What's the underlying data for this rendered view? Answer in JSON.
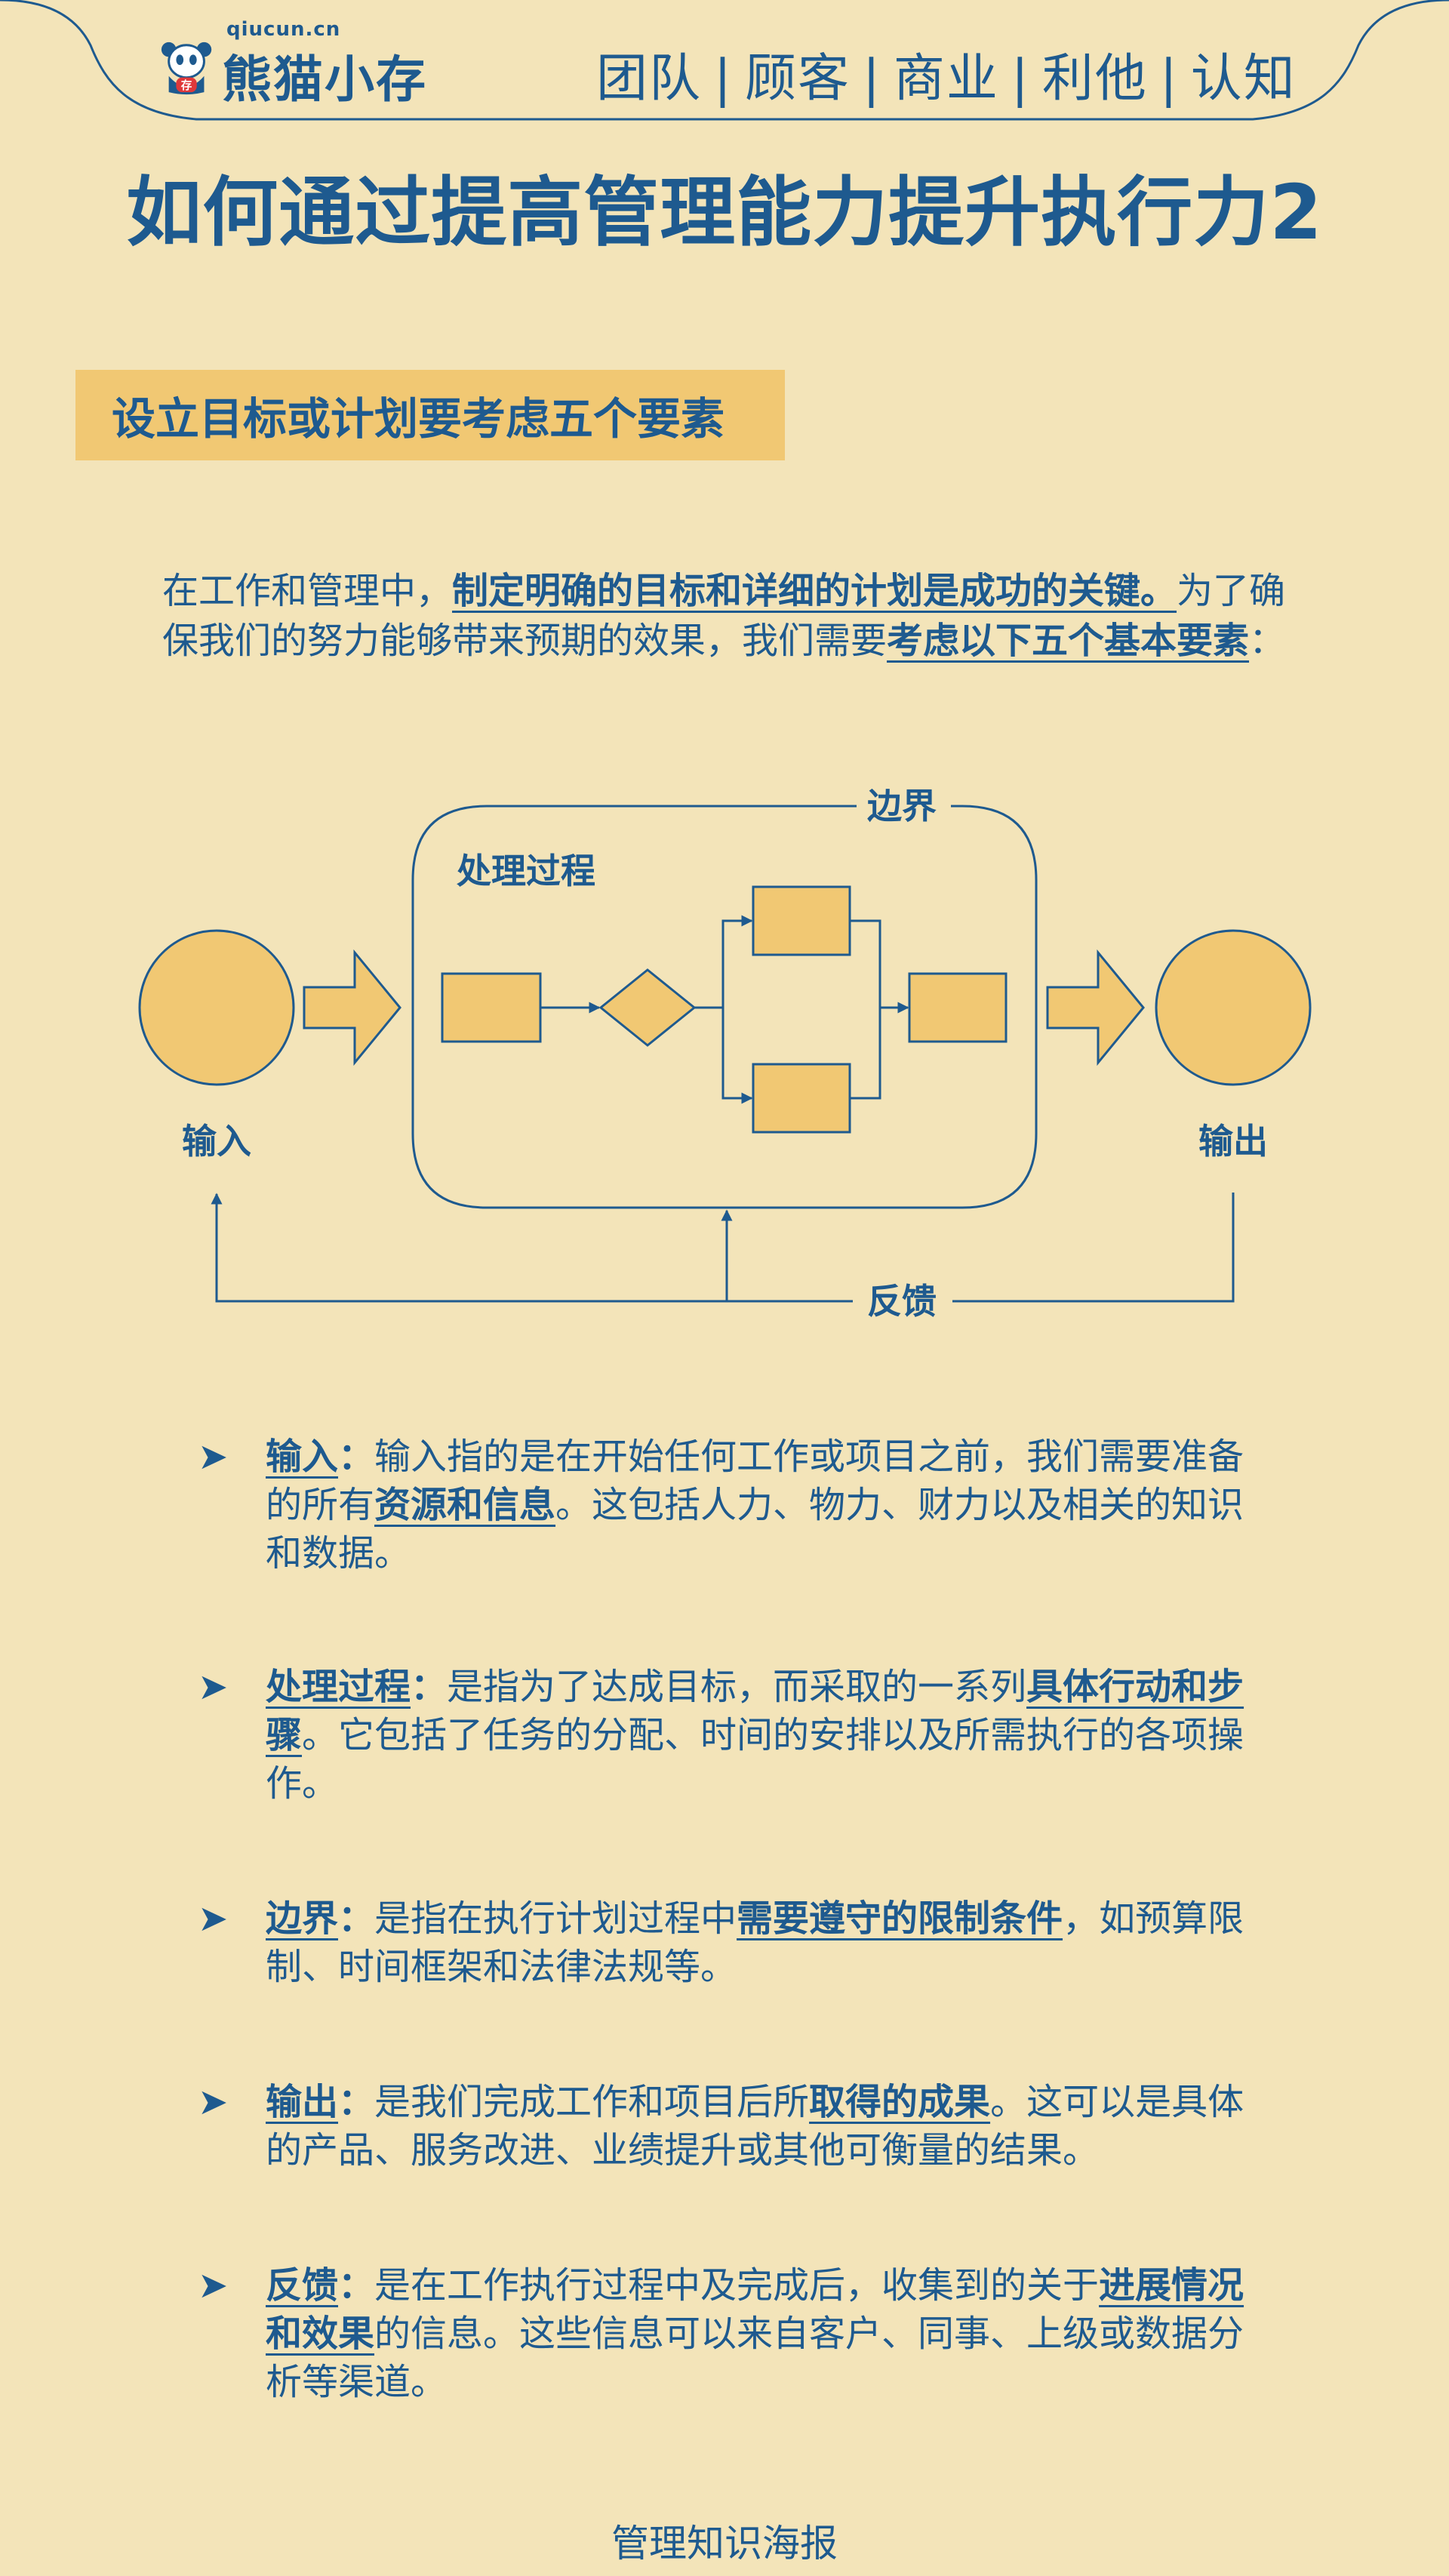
{
  "header": {
    "logo_domain": "qiucun.cn",
    "logo_name": "熊猫小存",
    "logo_badge": "存",
    "nav_items": [
      "团队",
      "顾客",
      "商业",
      "利他",
      "认知"
    ],
    "nav_separator": "|"
  },
  "title": "如何通过提高管理能力提升执行力2",
  "section_tag": "设立目标或计划要考虑五个要素",
  "intro": {
    "p1": "在工作和管理中，",
    "h1": "制定明确的目标和详细的计划是成功的关键。",
    "p2": "为了确保我们的努力能够带来预期的效果，我们需要",
    "h2": "考虑以下五个基本要素",
    "p3": "："
  },
  "diagram": {
    "boundary_label": "边界",
    "process_label": "处理过程",
    "input_label": "输入",
    "output_label": "输出",
    "feedback_label": "反馈"
  },
  "bullets": [
    {
      "arrow": "➤",
      "term": "输入",
      "colon": "：",
      "a": "输入指的是在开始任何工作或项目之前，我们需要准备的所有",
      "hl": "资源和信息",
      "b": "。这包括人力、物力、财力以及相关的知识和数据。"
    },
    {
      "arrow": "➤",
      "term": "处理过程",
      "colon": "：",
      "a": "是指为了达成目标，而采取的一系列",
      "hl": "具体行动和步骤",
      "b": "。它包括了任务的分配、时间的安排以及所需执行的各项操作。"
    },
    {
      "arrow": "➤",
      "term": "边界",
      "colon": "：",
      "a": "是指在执行计划过程中",
      "hl": "需要遵守的限制条件",
      "b": "，如预算限制、时间框架和法律法规等。"
    },
    {
      "arrow": "➤",
      "term": "输出",
      "colon": "：",
      "a": "是我们完成工作和项目后所",
      "hl": "取得的成果",
      "b": "。这可以是具体的产品、服务改进、业绩提升或其他可衡量的结果。"
    },
    {
      "arrow": "➤",
      "term": "反馈",
      "colon": "：",
      "a": "是在工作执行过程中及完成后，收集到的关于",
      "hl": "进展情况和效果",
      "b": "的信息。这些信息可以来自客户、同事、上级或数据分析等渠道。"
    }
  ],
  "footer": "管理知识海报",
  "colors": {
    "background": "#f3e4b9",
    "primary": "#1e5a8f",
    "accent": "#f1c873",
    "badge": "#e0383a"
  }
}
